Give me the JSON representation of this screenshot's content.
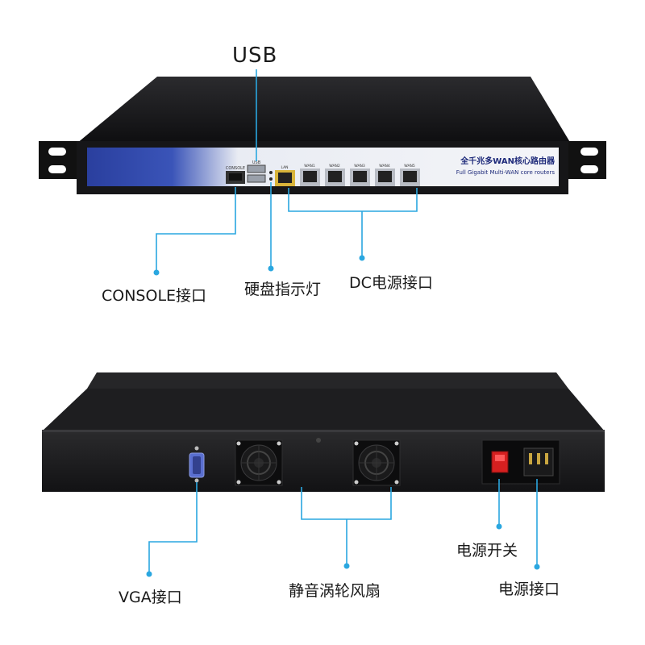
{
  "front": {
    "brand_line1": "全千兆多WAN核心路由器",
    "brand_line2": "Full Gigabit Multi-WAN core routers",
    "port_console": "CONSOLE",
    "port_usb": "USB",
    "port_lan": "LAN",
    "port_wan1": "WAN1",
    "port_wan2": "WAN2",
    "port_wan3": "WAN3",
    "port_wan4": "WAN4",
    "port_wan5": "WAN5"
  },
  "callouts": {
    "usb": "USB",
    "console": "CONSOLE接口",
    "hdd_led": "硬盘指示灯",
    "dc_power": "DC电源接口",
    "vga": "VGA接口",
    "fans": "静音涡轮风扇",
    "power_switch": "电源开关",
    "power_socket": "电源接口"
  },
  "colors": {
    "callout_line": "#2aa7e0",
    "chassis": "#1b1b1d",
    "panel_blue": "#2a3f9e",
    "switch_red": "#d62020"
  }
}
